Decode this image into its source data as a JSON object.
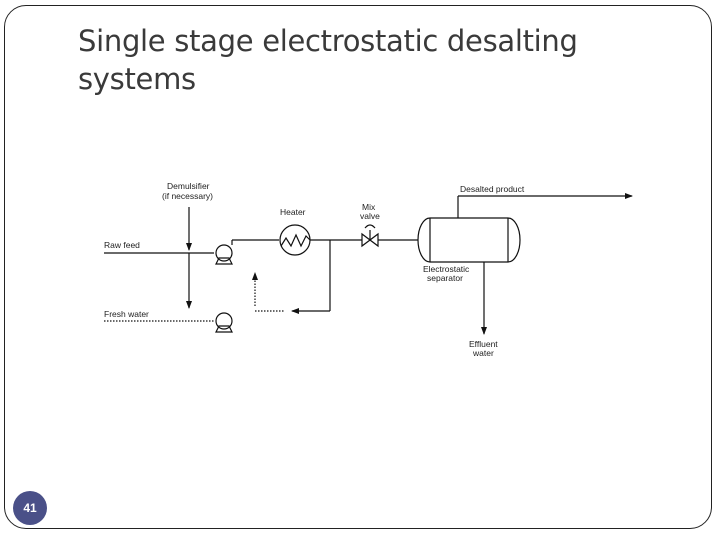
{
  "slide": {
    "title_lines": [
      "Single stage electrostatic desalting",
      "systems"
    ],
    "page_number": "41",
    "accent_color": "#4a5088"
  },
  "diagram": {
    "labels": {
      "demulsifier_line1": "Demulsifier",
      "demulsifier_line2": "(if necessary)",
      "heater": "Heater",
      "mix_valve_line1": "Mix",
      "mix_valve_line2": "valve",
      "desalted_product": "Desalted product",
      "raw_feed": "Raw feed",
      "electrostatic_line1": "Electrostatic",
      "electrostatic_line2": "separator",
      "fresh_water": "Fresh water",
      "effluent_line1": "Effluent",
      "effluent_line2": "water"
    }
  }
}
